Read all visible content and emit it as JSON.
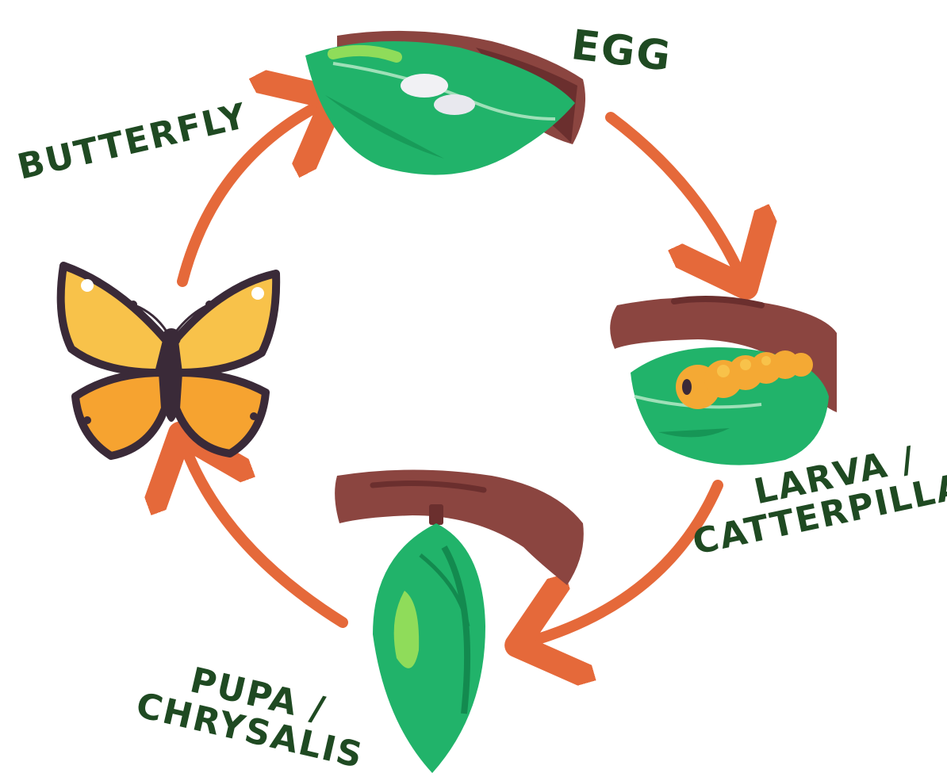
{
  "stages": {
    "egg": {
      "label": "EGG"
    },
    "larva": {
      "line1": "LARVA /",
      "line2": "CATTERPILLAR"
    },
    "pupa": {
      "line1": "PUPA /",
      "line2": "CHRYSALIS"
    },
    "butterfly": {
      "label": "BUTTERFLY"
    }
  },
  "colors": {
    "arrow": "#e5693a",
    "label": "#1f4a22",
    "leaf": "#21b36a",
    "leaf_dark": "#138a4f",
    "branch": "#8b4540",
    "branch_dark": "#6b2f2e",
    "caterpillar": "#f4a934",
    "butterfly_orange": "#f6a330",
    "butterfly_yellow": "#f8c24a",
    "butterfly_dark": "#3a2a38"
  },
  "icons": [
    "egg-leaf-icon",
    "caterpillar-leaf-icon",
    "chrysalis-icon",
    "butterfly-icon"
  ]
}
